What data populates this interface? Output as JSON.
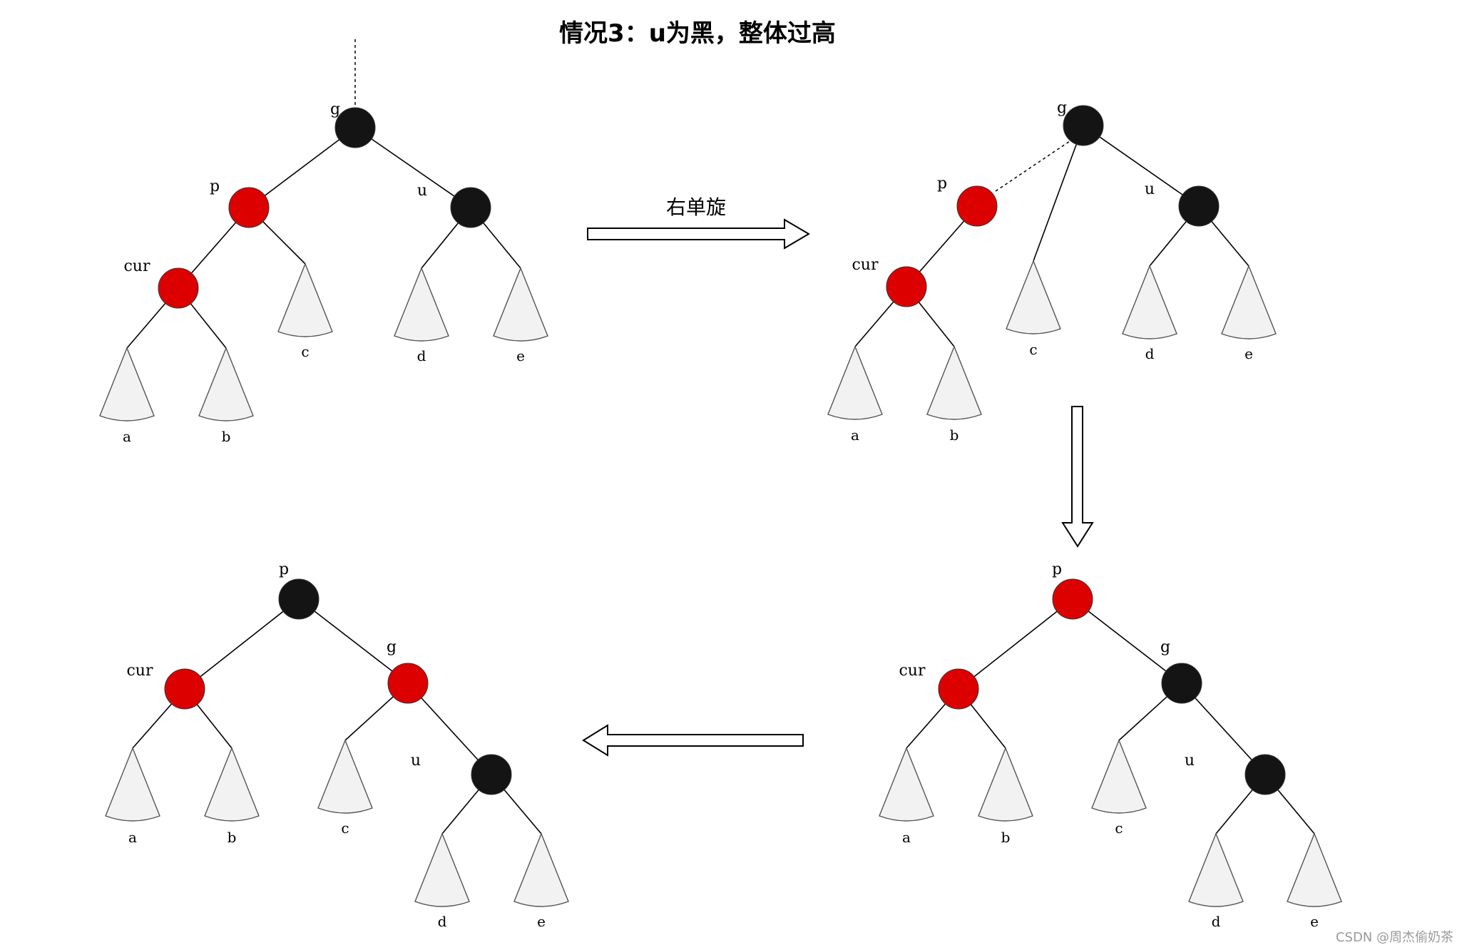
{
  "title": "情况3：u为黑，整体过高",
  "arrow_label": "右单旋",
  "watermark": "CSDN @周杰偷奶茶",
  "colors": {
    "red": "#dd0000",
    "black": "#141414",
    "subtree_fill": "#f2f2f2",
    "subtree_stroke": "#555555",
    "edge": "#000000"
  },
  "diagrams": [
    {
      "id": "before-rotation",
      "nodes": [
        {
          "key": "g",
          "label": "g",
          "color": "black"
        },
        {
          "key": "p",
          "label": "p",
          "color": "red"
        },
        {
          "key": "u",
          "label": "u",
          "color": "black"
        },
        {
          "key": "cur",
          "label": "cur",
          "color": "red"
        }
      ],
      "subtrees": [
        {
          "key": "a",
          "label": "a"
        },
        {
          "key": "b",
          "label": "b"
        },
        {
          "key": "c",
          "label": "c"
        },
        {
          "key": "d",
          "label": "d"
        },
        {
          "key": "e",
          "label": "e"
        }
      ]
    },
    {
      "id": "during-rotation",
      "nodes": [
        {
          "key": "g",
          "label": "g",
          "color": "black"
        },
        {
          "key": "p",
          "label": "p",
          "color": "red"
        },
        {
          "key": "u",
          "label": "u",
          "color": "black"
        },
        {
          "key": "cur",
          "label": "cur",
          "color": "red"
        }
      ],
      "subtrees": [
        {
          "key": "a",
          "label": "a"
        },
        {
          "key": "b",
          "label": "b"
        },
        {
          "key": "c",
          "label": "c"
        },
        {
          "key": "d",
          "label": "d"
        },
        {
          "key": "e",
          "label": "e"
        }
      ]
    },
    {
      "id": "after-rotation",
      "nodes": [
        {
          "key": "p",
          "label": "p",
          "color": "red"
        },
        {
          "key": "cur",
          "label": "cur",
          "color": "red"
        },
        {
          "key": "g",
          "label": "g",
          "color": "black"
        },
        {
          "key": "u",
          "label": "u",
          "color": "black"
        }
      ],
      "subtrees": [
        {
          "key": "a",
          "label": "a"
        },
        {
          "key": "b",
          "label": "b"
        },
        {
          "key": "c",
          "label": "c"
        },
        {
          "key": "d",
          "label": "d"
        },
        {
          "key": "e",
          "label": "e"
        }
      ]
    },
    {
      "id": "after-recolor",
      "nodes": [
        {
          "key": "p",
          "label": "p",
          "color": "black"
        },
        {
          "key": "cur",
          "label": "cur",
          "color": "red"
        },
        {
          "key": "g",
          "label": "g",
          "color": "red"
        },
        {
          "key": "u",
          "label": "u",
          "color": "black"
        }
      ],
      "subtrees": [
        {
          "key": "a",
          "label": "a"
        },
        {
          "key": "b",
          "label": "b"
        },
        {
          "key": "c",
          "label": "c"
        },
        {
          "key": "d",
          "label": "d"
        },
        {
          "key": "e",
          "label": "e"
        }
      ]
    }
  ]
}
